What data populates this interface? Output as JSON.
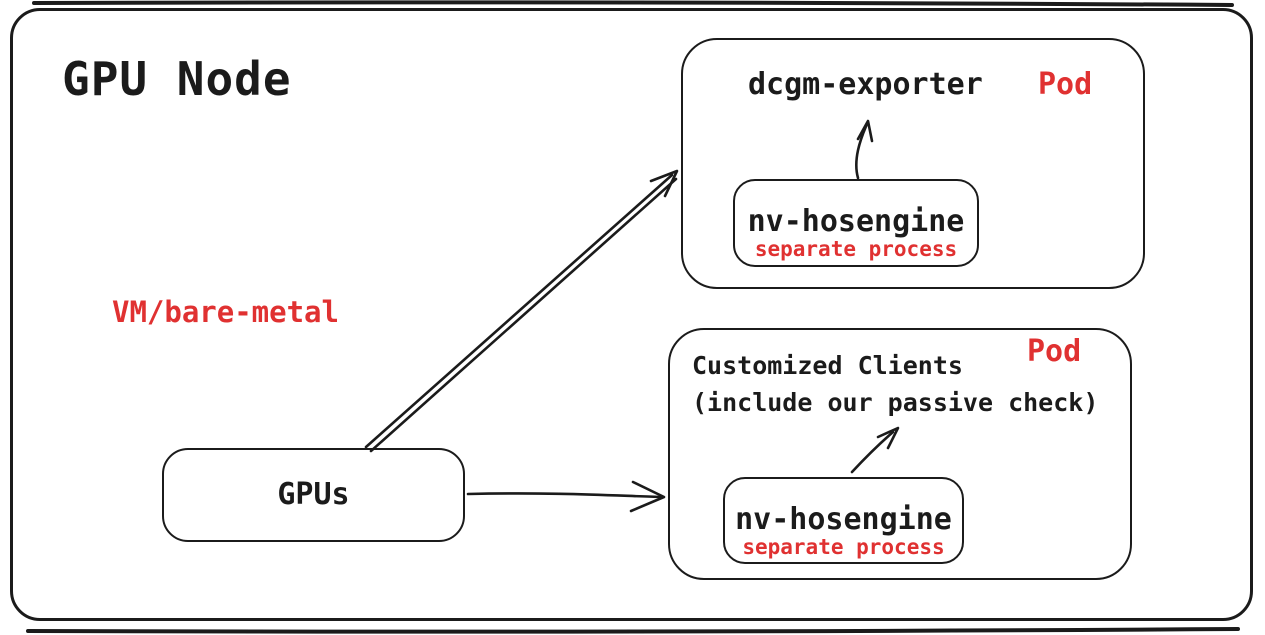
{
  "colors": {
    "ink": "#1b1b1b",
    "accent_red": "#e03131",
    "background": "#ffffff"
  },
  "node": {
    "title": "GPU Node",
    "environment_label": "VM/bare-metal"
  },
  "gpus": {
    "label": "GPUs"
  },
  "pods": {
    "dcgm": {
      "title": "dcgm-exporter",
      "badge": "Pod",
      "process": {
        "name": "nv-hosengine",
        "note": "separate process"
      }
    },
    "clients": {
      "title_line1": "Customized Clients",
      "title_line2": "(include our passive check)",
      "badge": "Pod",
      "process": {
        "name": "nv-hosengine",
        "note": "separate process"
      }
    }
  },
  "arrows": {
    "gpus_to_dcgm_pod": "double-line diagonal arrow",
    "gpus_to_clients_pod": "horizontal arrow",
    "hosengine_to_dcgm": "short up arrow",
    "hosengine_to_clients": "short diagonal arrow"
  }
}
